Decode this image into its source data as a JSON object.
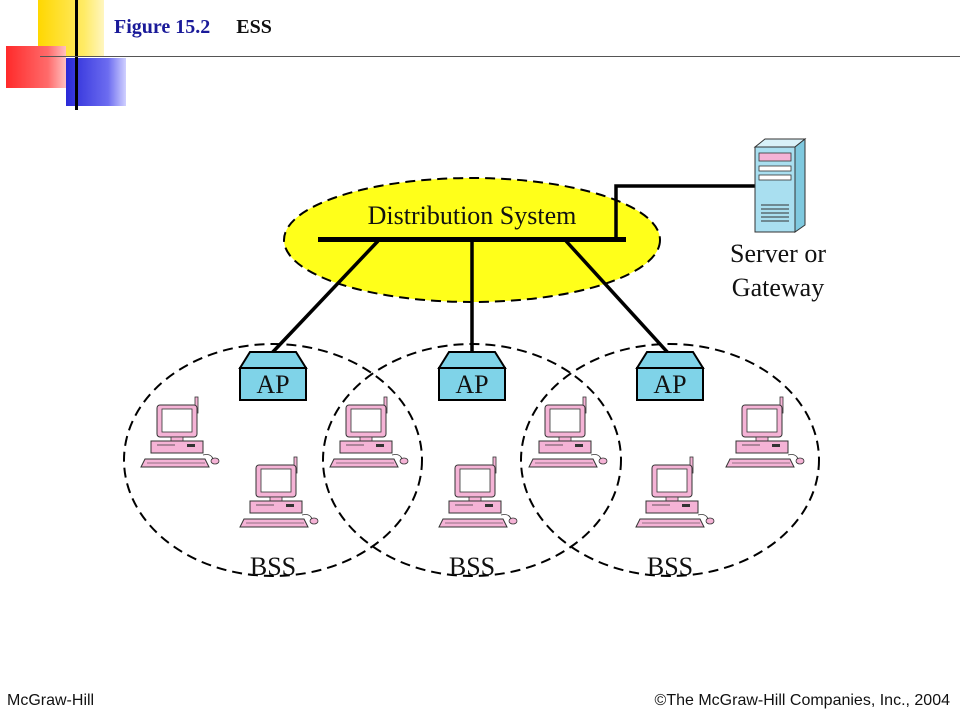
{
  "slide": {
    "figure_number": "Figure 15.2",
    "figure_name": "ESS"
  },
  "diagram": {
    "distribution_system": "Distribution System",
    "server": [
      "Server or",
      "Gateway"
    ],
    "access_points": [
      "AP",
      "AP",
      "AP"
    ],
    "bss_labels": [
      "BSS",
      "BSS",
      "BSS"
    ]
  },
  "footer": {
    "publisher": "McGraw-Hill",
    "copyright": "©The McGraw-Hill Companies, Inc., 2004"
  },
  "colors": {
    "ellipse_fill": "#ffff1a",
    "ap_fill": "#7fd3e8",
    "station_fill": "#f5b3d6",
    "server_fill": "#a9dff0",
    "title_blue": "#1a1a99"
  }
}
